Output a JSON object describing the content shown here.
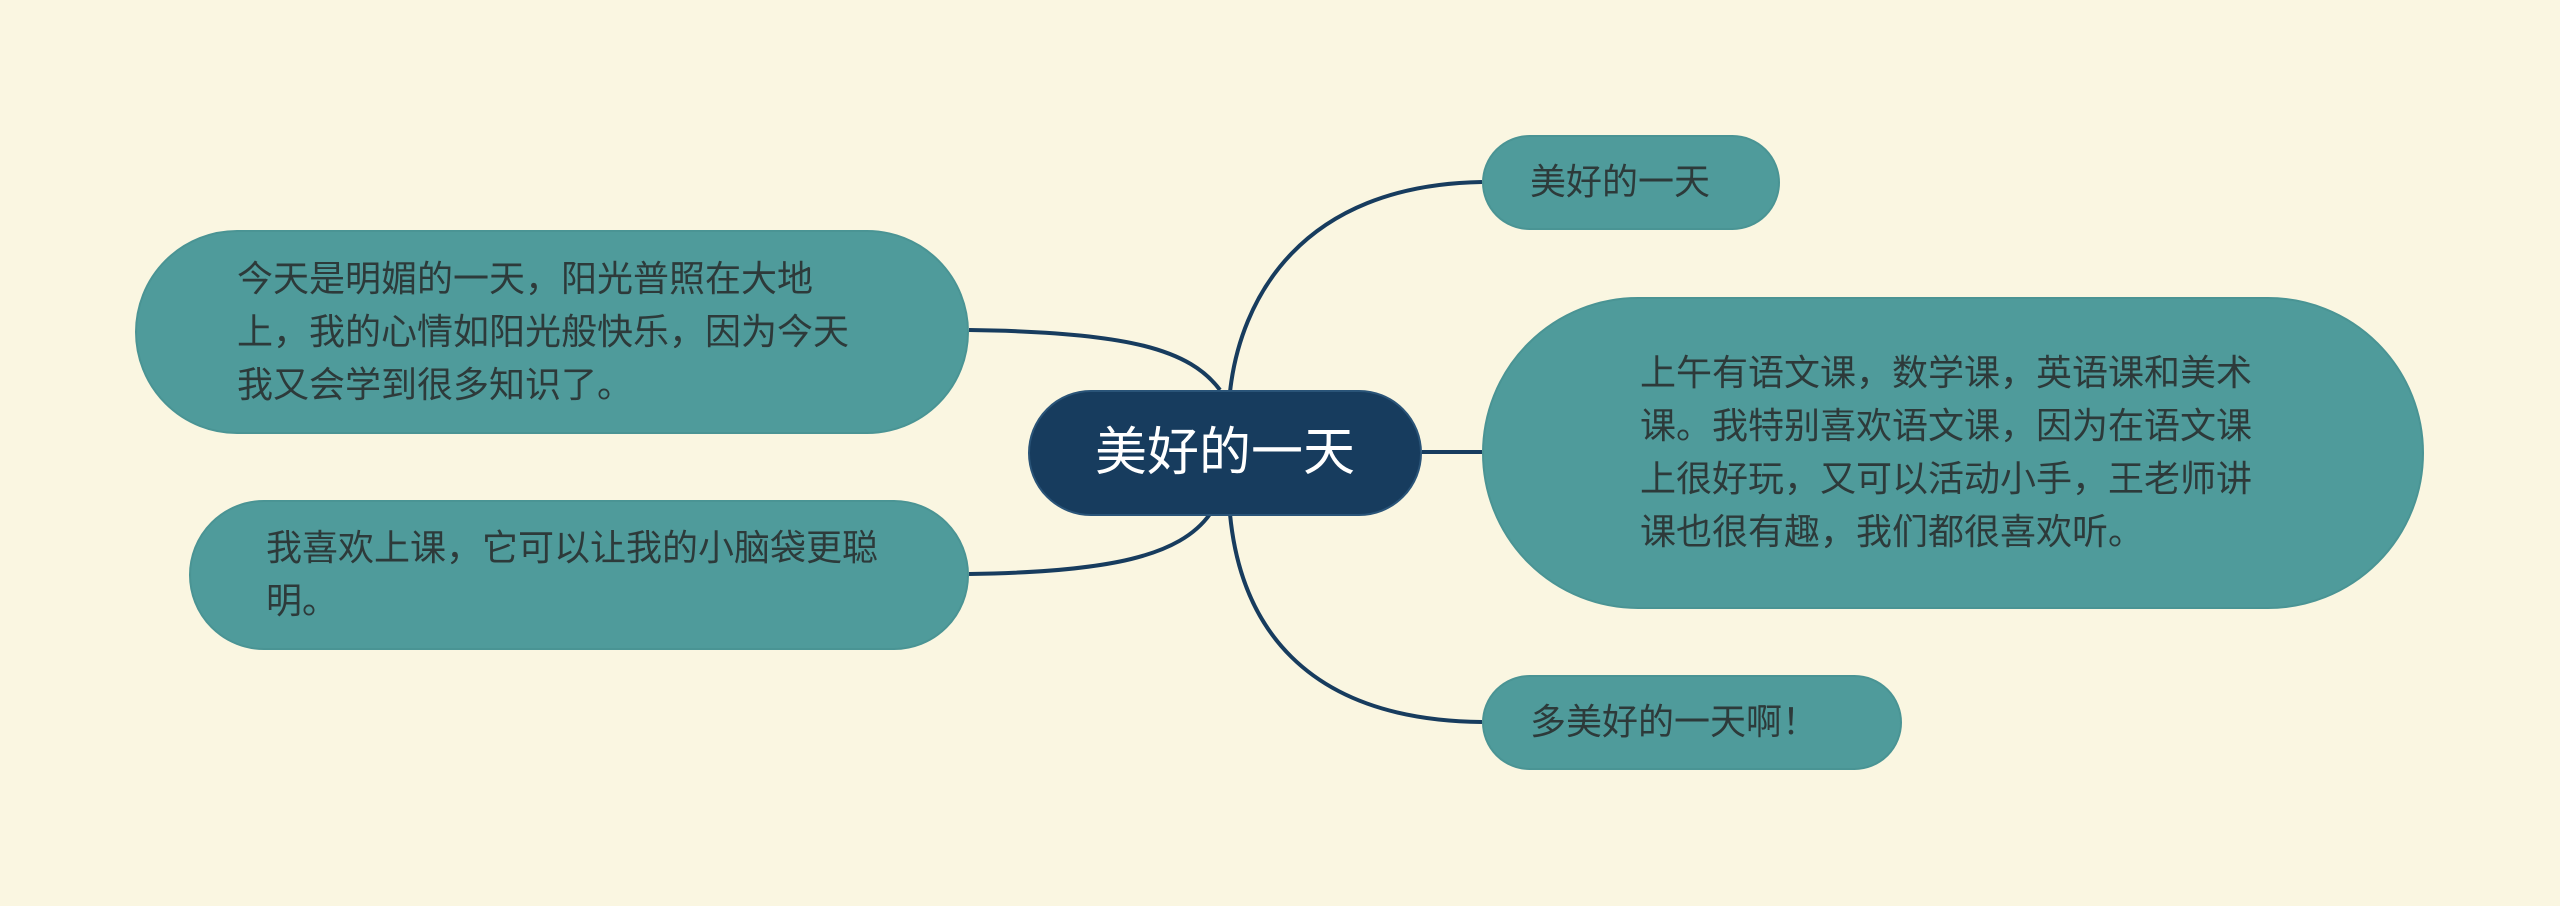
{
  "diagram": {
    "center": {
      "label": "美好的一天"
    },
    "left_nodes": [
      {
        "label": "今天是明媚的一天，阳光普照在大地上，我的心情如阳光般快乐，因为今天我又会学到很多知识了。"
      },
      {
        "label": "我喜欢上课，它可以让我的小脑袋更聪明。"
      }
    ],
    "right_nodes": [
      {
        "label": "美好的一天"
      },
      {
        "label": "上午有语文课，数学课，英语课和美术课。我特别喜欢语文课，因为在语文课上很好玩，又可以活动小手，王老师讲课也很有趣，我们都很喜欢听。"
      },
      {
        "label": "多美好的一天啊！"
      }
    ],
    "colors": {
      "background": "#faf6e1",
      "center_fill": "#173c5e",
      "center_text": "#ffffff",
      "node_fill": "#4f9b9b",
      "node_text": "#2d3a3a",
      "connector": "#173c5e"
    }
  }
}
